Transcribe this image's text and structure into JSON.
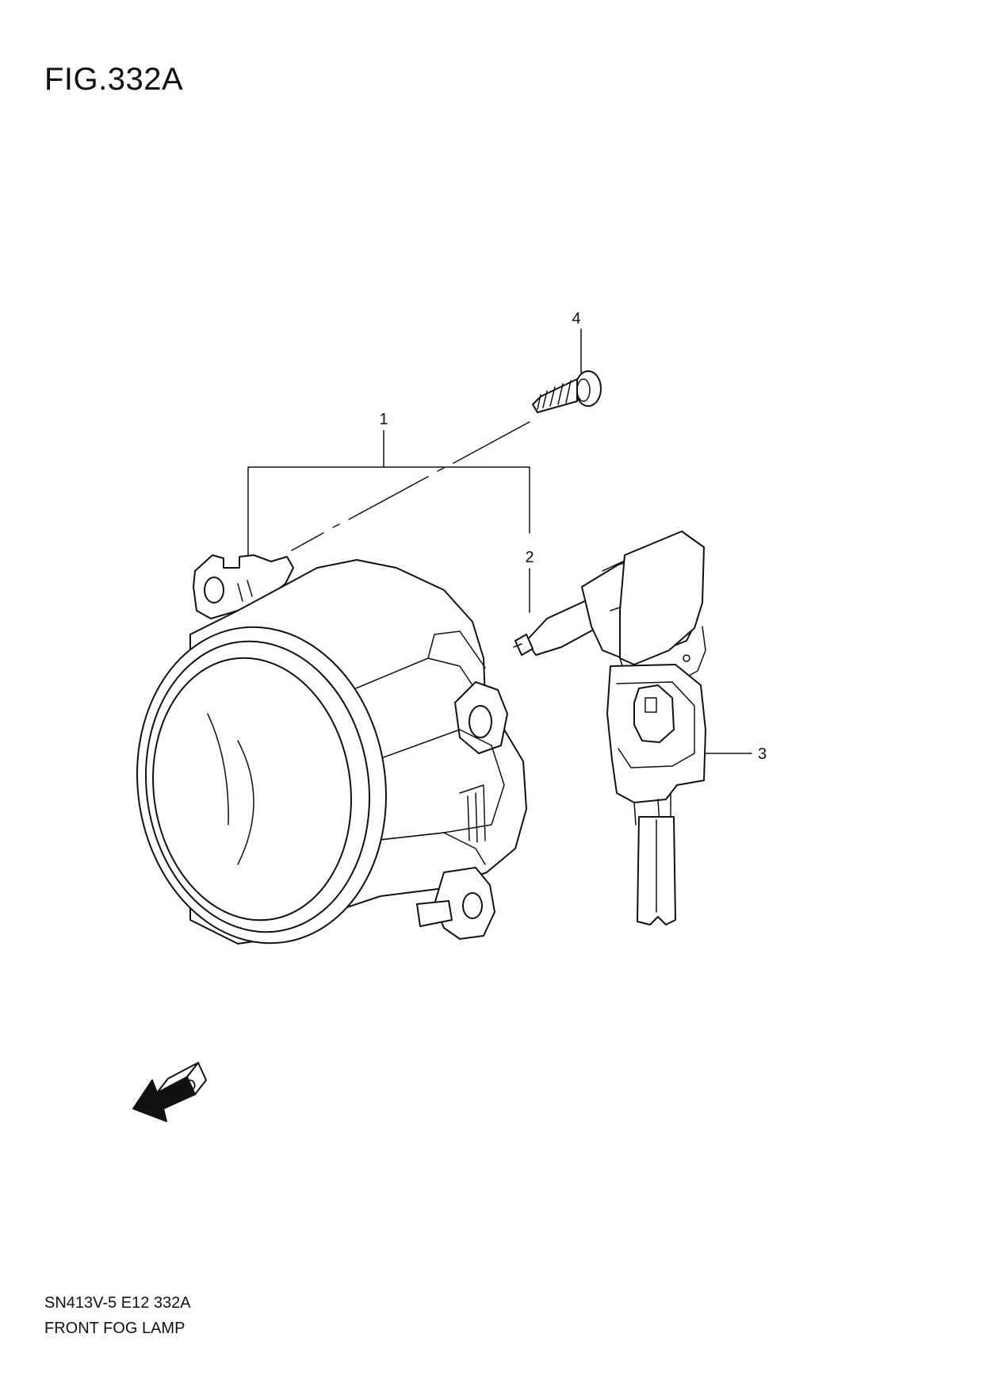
{
  "figure": {
    "title": "FIG.332A",
    "code": "SN413V-5 E12 332A",
    "name": "FRONT FOG LAMP"
  },
  "callouts": [
    {
      "number": "1",
      "part": "lamp-assembly"
    },
    {
      "number": "2",
      "part": "bulb"
    },
    {
      "number": "3",
      "part": "socket-connector"
    },
    {
      "number": "4",
      "part": "screw"
    }
  ],
  "fwd_label": "FWD"
}
